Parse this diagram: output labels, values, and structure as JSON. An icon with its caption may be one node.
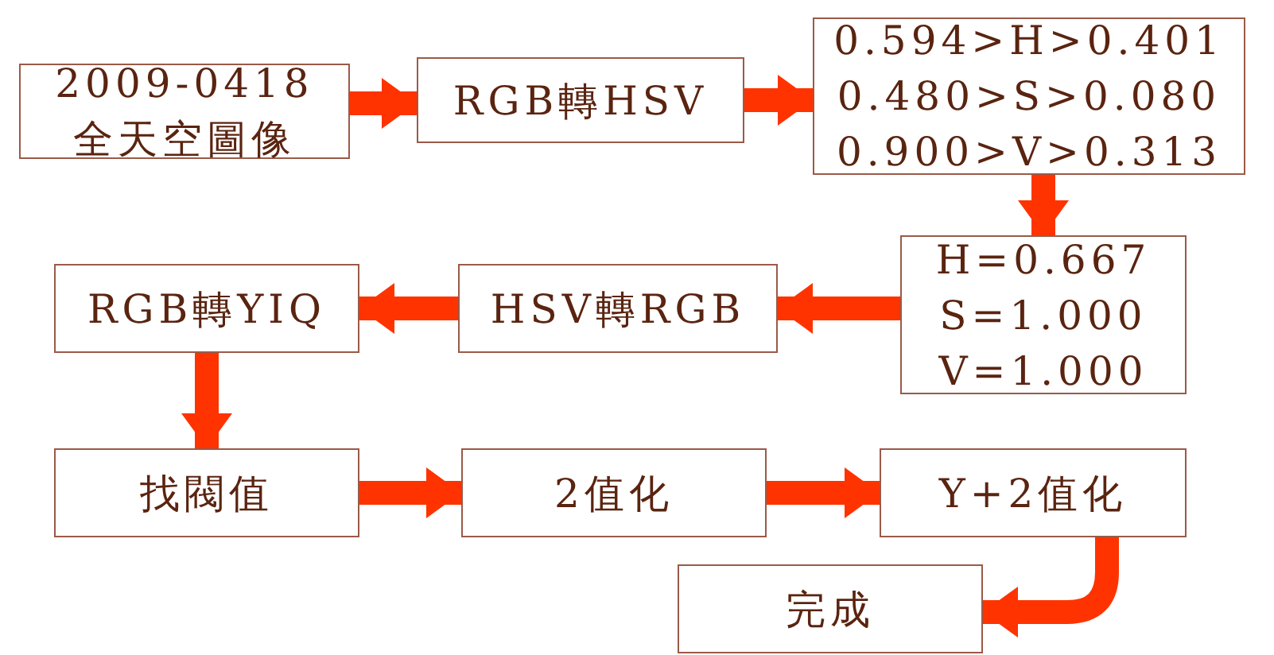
{
  "diagram": {
    "nodes": [
      {
        "text": [
          "2009-0418",
          "全天空圖像"
        ]
      },
      {
        "text": [
          "RGB轉HSV"
        ]
      },
      {
        "text": [
          "0.594>H>0.401",
          "0.480>S>0.080",
          "0.900>V>0.313"
        ]
      },
      {
        "text": [
          "H=0.667",
          "S=1.000",
          "V=1.000"
        ]
      },
      {
        "text": [
          "HSV轉RGB"
        ]
      },
      {
        "text": [
          "RGB轉YIQ"
        ]
      },
      {
        "text": [
          "找閥值"
        ]
      },
      {
        "text": [
          "2值化"
        ]
      },
      {
        "text": [
          "Y+2值化"
        ]
      },
      {
        "text": [
          "完成"
        ]
      }
    ],
    "edges": [
      {
        "from": 0,
        "to": 1,
        "arrow": "to"
      },
      {
        "from": 1,
        "to": 2,
        "arrow": "to"
      },
      {
        "from": 2,
        "to": 3,
        "arrow": "to"
      },
      {
        "from": 3,
        "to": 4,
        "arrow": "to"
      },
      {
        "from": 4,
        "to": 5,
        "arrow": "to"
      },
      {
        "from": 5,
        "to": 6,
        "arrow": "to"
      },
      {
        "from": 6,
        "to": 7,
        "arrow": "to"
      },
      {
        "from": 7,
        "to": 8,
        "arrow": "to"
      },
      {
        "from": 8,
        "to": 9,
        "arrow": "to"
      }
    ]
  }
}
